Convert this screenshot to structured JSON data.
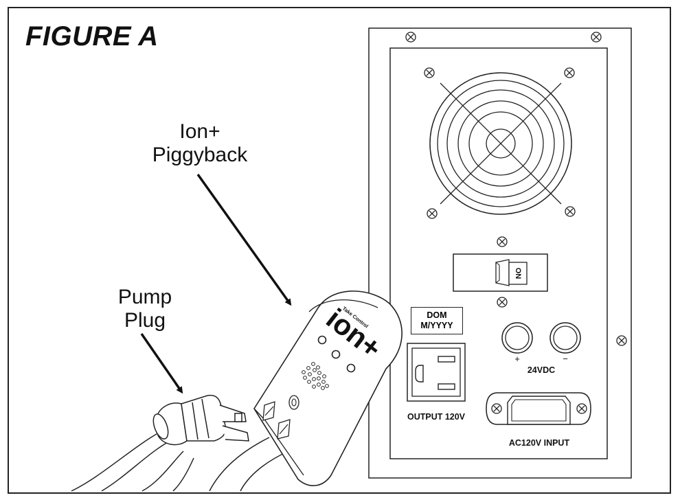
{
  "figure": {
    "title": "FIGURE A"
  },
  "callouts": {
    "ion_piggyback": [
      "Ion+",
      "Piggyback"
    ],
    "pump_plug": [
      "Pump",
      "Plug"
    ]
  },
  "panel": {
    "switch_label": "ON",
    "date_code": [
      "DOM",
      "M/YYYY"
    ],
    "output_label": "OUTPUT 120V",
    "dc_label": "24VDC",
    "dc_plus": "+",
    "dc_minus": "−",
    "input_label": "AC120V INPUT"
  },
  "device": {
    "brand": "ion+",
    "tagline": "Take Control"
  }
}
